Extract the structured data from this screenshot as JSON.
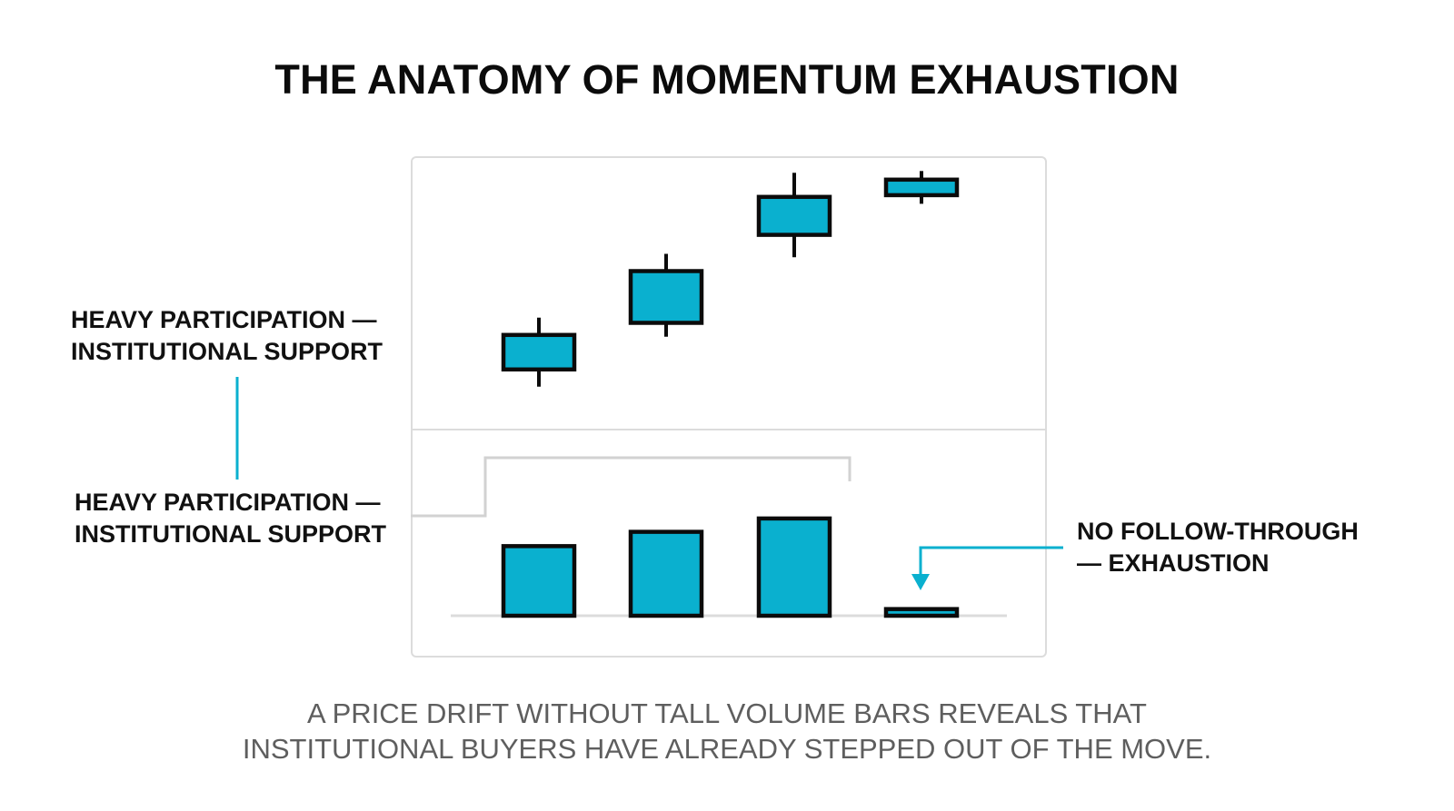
{
  "title": "THE ANATOMY OF MOMENTUM EXHAUSTION",
  "colors": {
    "accent": "#0ab0cf",
    "outline": "#0b0b0b",
    "panel_border": "#dcdcdc",
    "bracket": "#d2d2d2",
    "caption": "#5e5e5e"
  },
  "annotations": {
    "price_label": [
      "HEAVY PARTICIPATION —",
      "INSTITUTIONAL SUPPORT"
    ],
    "volume_label": [
      "HEAVY PARTICIPATION —",
      "INSTITUTIONAL SUPPORT"
    ],
    "exhaustion_label": [
      "NO FOLLOW-THROUGH",
      "— EXHAUSTION"
    ]
  },
  "caption": [
    "A PRICE DRIFT WITHOUT TALL VOLUME BARS REVEALS THAT",
    "INSTITUTIONAL BUYERS HAVE ALREADY STEPPED OUT OF THE MOVE."
  ],
  "chart_data": [
    {
      "type": "candlestick",
      "title": "",
      "grid": false,
      "ylim": [
        0,
        100
      ],
      "candles": [
        {
          "open": 28,
          "close": 48,
          "high": 58,
          "low": 18
        },
        {
          "open": 55,
          "close": 85,
          "high": 95,
          "low": 47
        },
        {
          "open": 106,
          "close": 128,
          "high": 142,
          "low": 93
        },
        {
          "open": 129,
          "close": 138,
          "high": 143,
          "low": 124
        }
      ]
    },
    {
      "type": "bar",
      "title": "",
      "grid": false,
      "ylim": [
        0,
        100
      ],
      "values": [
        73,
        88,
        102,
        7
      ]
    }
  ]
}
